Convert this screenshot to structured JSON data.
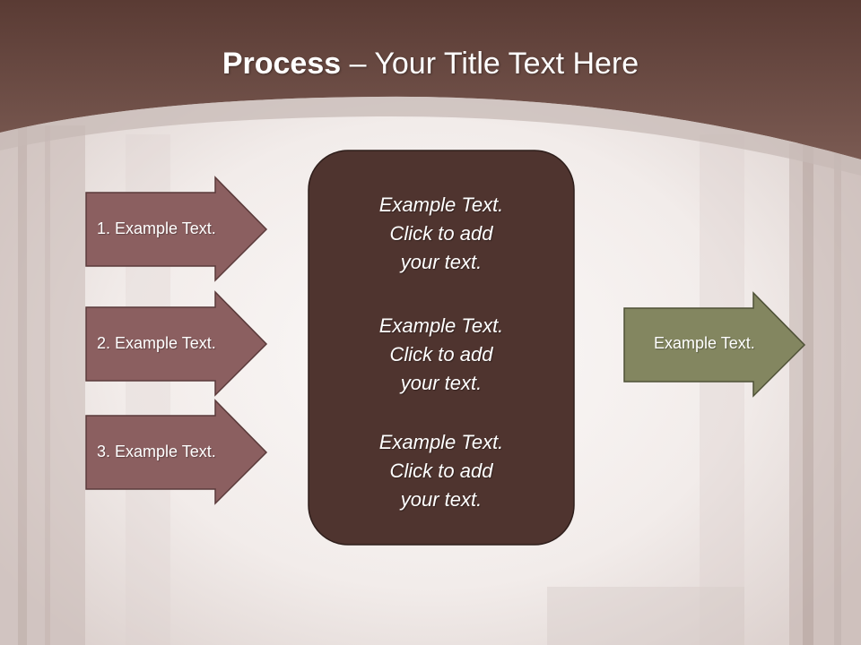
{
  "title": {
    "bold": "Process",
    "separator": " – ",
    "rest": "Your Title Text Here"
  },
  "inputs": [
    {
      "label": "1. Example Text."
    },
    {
      "label": "2. Example Text."
    },
    {
      "label": "3. Example Text."
    }
  ],
  "center_box": {
    "blocks": [
      {
        "lines": [
          "Example Text.",
          "Click  to add",
          "your text."
        ]
      },
      {
        "lines": [
          "Example Text.",
          "Click  to add",
          "your text."
        ]
      },
      {
        "lines": [
          "Example Text.",
          "Click  to add",
          "your text."
        ]
      }
    ]
  },
  "output": {
    "label": "Example Text."
  },
  "colors": {
    "header": "#5c3f38",
    "input_arrow": "#8b5f60",
    "center_box": "#4f342f",
    "output_arrow": "#838660"
  }
}
